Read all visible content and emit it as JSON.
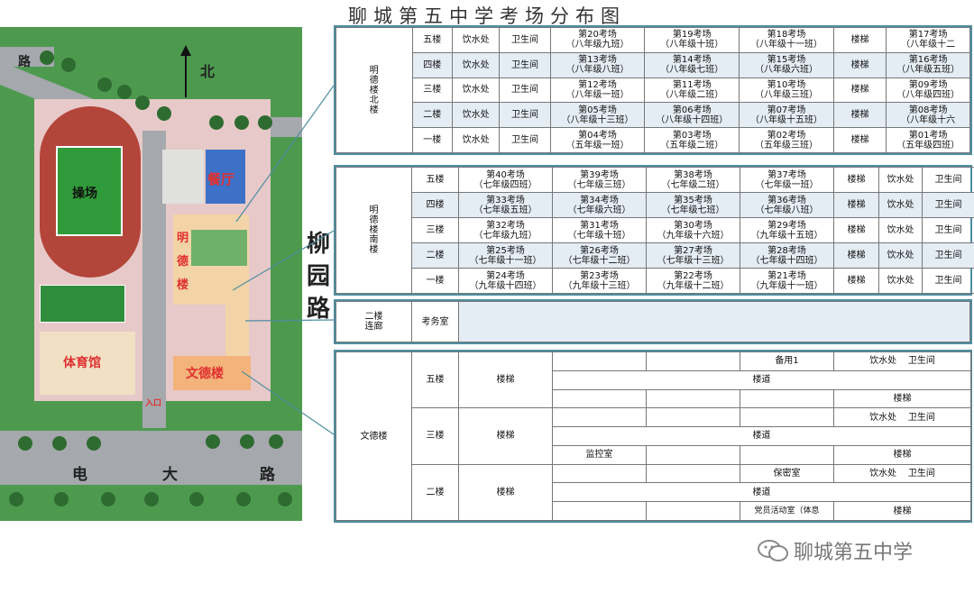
{
  "title": "聊城第五中学考场分布图",
  "map": {
    "north": "北",
    "playground": "操场",
    "canteen": "餐厅",
    "mingde": "明德楼",
    "gym": "体育馆",
    "wende": "文德楼",
    "entrance": "入口",
    "road_top": "路",
    "road_bottom": [
      "电",
      "大",
      "路"
    ],
    "road_right": [
      "柳",
      "园",
      "路"
    ]
  },
  "north_section": {
    "label": [
      "明",
      "德",
      "楼",
      "北",
      "楼"
    ],
    "rows": [
      {
        "floor": "五楼",
        "a": "饮水处",
        "b": "卫生间",
        "rooms": [
          [
            "第20考场",
            "（八年级九班）"
          ],
          [
            "第19考场",
            "（八年级十班）"
          ],
          [
            "第18考场",
            "（八年级十一班）"
          ]
        ],
        "stairs": "楼梯",
        "last": [
          "第17考场",
          "（八年级十二"
        ]
      },
      {
        "floor": "四楼",
        "a": "饮水处",
        "b": "卫生间",
        "rooms": [
          [
            "第13考场",
            "（八年级八班）"
          ],
          [
            "第14考场",
            "（八年级七班）"
          ],
          [
            "第15考场",
            "（八年级六班）"
          ]
        ],
        "stairs": "楼梯",
        "last": [
          "第16考场",
          "（八年级五班）"
        ]
      },
      {
        "floor": "三楼",
        "a": "饮水处",
        "b": "卫生间",
        "rooms": [
          [
            "第12考场",
            "（八年级一班）"
          ],
          [
            "第11考场",
            "（八年级二班）"
          ],
          [
            "第10考场",
            "（八年级三班）"
          ]
        ],
        "stairs": "楼梯",
        "last": [
          "第09考场",
          "（八年级四班）"
        ]
      },
      {
        "floor": "二楼",
        "a": "饮水处",
        "b": "卫生间",
        "rooms": [
          [
            "第05考场",
            "（八年级十三班）"
          ],
          [
            "第06考场",
            "（八年级十四班）"
          ],
          [
            "第07考场",
            "（八年级十五班）"
          ]
        ],
        "stairs": "楼梯",
        "last": [
          "第08考场",
          "（八年级十六"
        ]
      },
      {
        "floor": "一楼",
        "a": "饮水处",
        "b": "卫生间",
        "rooms": [
          [
            "第04考场",
            "（五年级一班）"
          ],
          [
            "第03考场",
            "（五年级二班）"
          ],
          [
            "第02考场",
            "（五年级三班）"
          ]
        ],
        "stairs": "楼梯",
        "last": [
          "第01考场",
          "（五年级四班）"
        ]
      }
    ]
  },
  "south_section": {
    "label": [
      "明",
      "德",
      "楼",
      "南",
      "楼"
    ],
    "rows": [
      {
        "floor": "五楼",
        "rooms": [
          [
            "第40考场",
            "（七年级四班）"
          ],
          [
            "第39考场",
            "（七年级三班）"
          ],
          [
            "第38考场",
            "（七年级二班）"
          ],
          [
            "第37考场",
            "（七年级一班）"
          ]
        ],
        "stairs": "楼梯",
        "a": "饮水处",
        "b": "卫生间"
      },
      {
        "floor": "四楼",
        "rooms": [
          [
            "第33考场",
            "（七年级五班）"
          ],
          [
            "第34考场",
            "（七年级六班）"
          ],
          [
            "第35考场",
            "（七年级七班）"
          ],
          [
            "第36考场",
            "（七年级八班）"
          ]
        ],
        "stairs": "楼梯",
        "a": "饮水处",
        "b": "卫生间"
      },
      {
        "floor": "三楼",
        "rooms": [
          [
            "第32考场",
            "（七年级九班）"
          ],
          [
            "第31考场",
            "（七年级十班）"
          ],
          [
            "第30考场",
            "（九年级十六班）"
          ],
          [
            "第29考场",
            "（九年级十五班）"
          ]
        ],
        "stairs": "楼梯",
        "a": "饮水处",
        "b": "卫生间"
      },
      {
        "floor": "二楼",
        "rooms": [
          [
            "第25考场",
            "（七年级十一班）"
          ],
          [
            "第26考场",
            "（七年级十二班）"
          ],
          [
            "第27考场",
            "（七年级十三班）"
          ],
          [
            "第28考场",
            "（七年级十四班）"
          ]
        ],
        "stairs": "楼梯",
        "a": "饮水处",
        "b": "卫生间"
      },
      {
        "floor": "一楼",
        "rooms": [
          [
            "第24考场",
            "（九年级十四班）"
          ],
          [
            "第23考场",
            "（九年级十三班）"
          ],
          [
            "第22考场",
            "（九年级十二班）"
          ],
          [
            "第21考场",
            "（九年级十一班）"
          ]
        ],
        "stairs": "楼梯",
        "a": "饮水处",
        "b": "卫生间"
      }
    ]
  },
  "corridor": {
    "label": [
      "二楼",
      "连廊"
    ],
    "room": "考务室"
  },
  "wende_section": {
    "label": "文德楼",
    "stairs": "楼梯",
    "corridor": "楼道",
    "floor5": {
      "floor": "五楼",
      "spare": "备用1",
      "a": "饮水处",
      "b": "卫生间"
    },
    "floor3": {
      "floor": "三楼",
      "a": "饮水处",
      "b": "卫生间",
      "monitor": "监控室"
    },
    "floor2": {
      "floor": "二楼",
      "secret": "保密室",
      "a": "饮水处",
      "b": "卫生间",
      "party": "党员活动室（体息"
    }
  },
  "logo_text": "聊城第五中学"
}
